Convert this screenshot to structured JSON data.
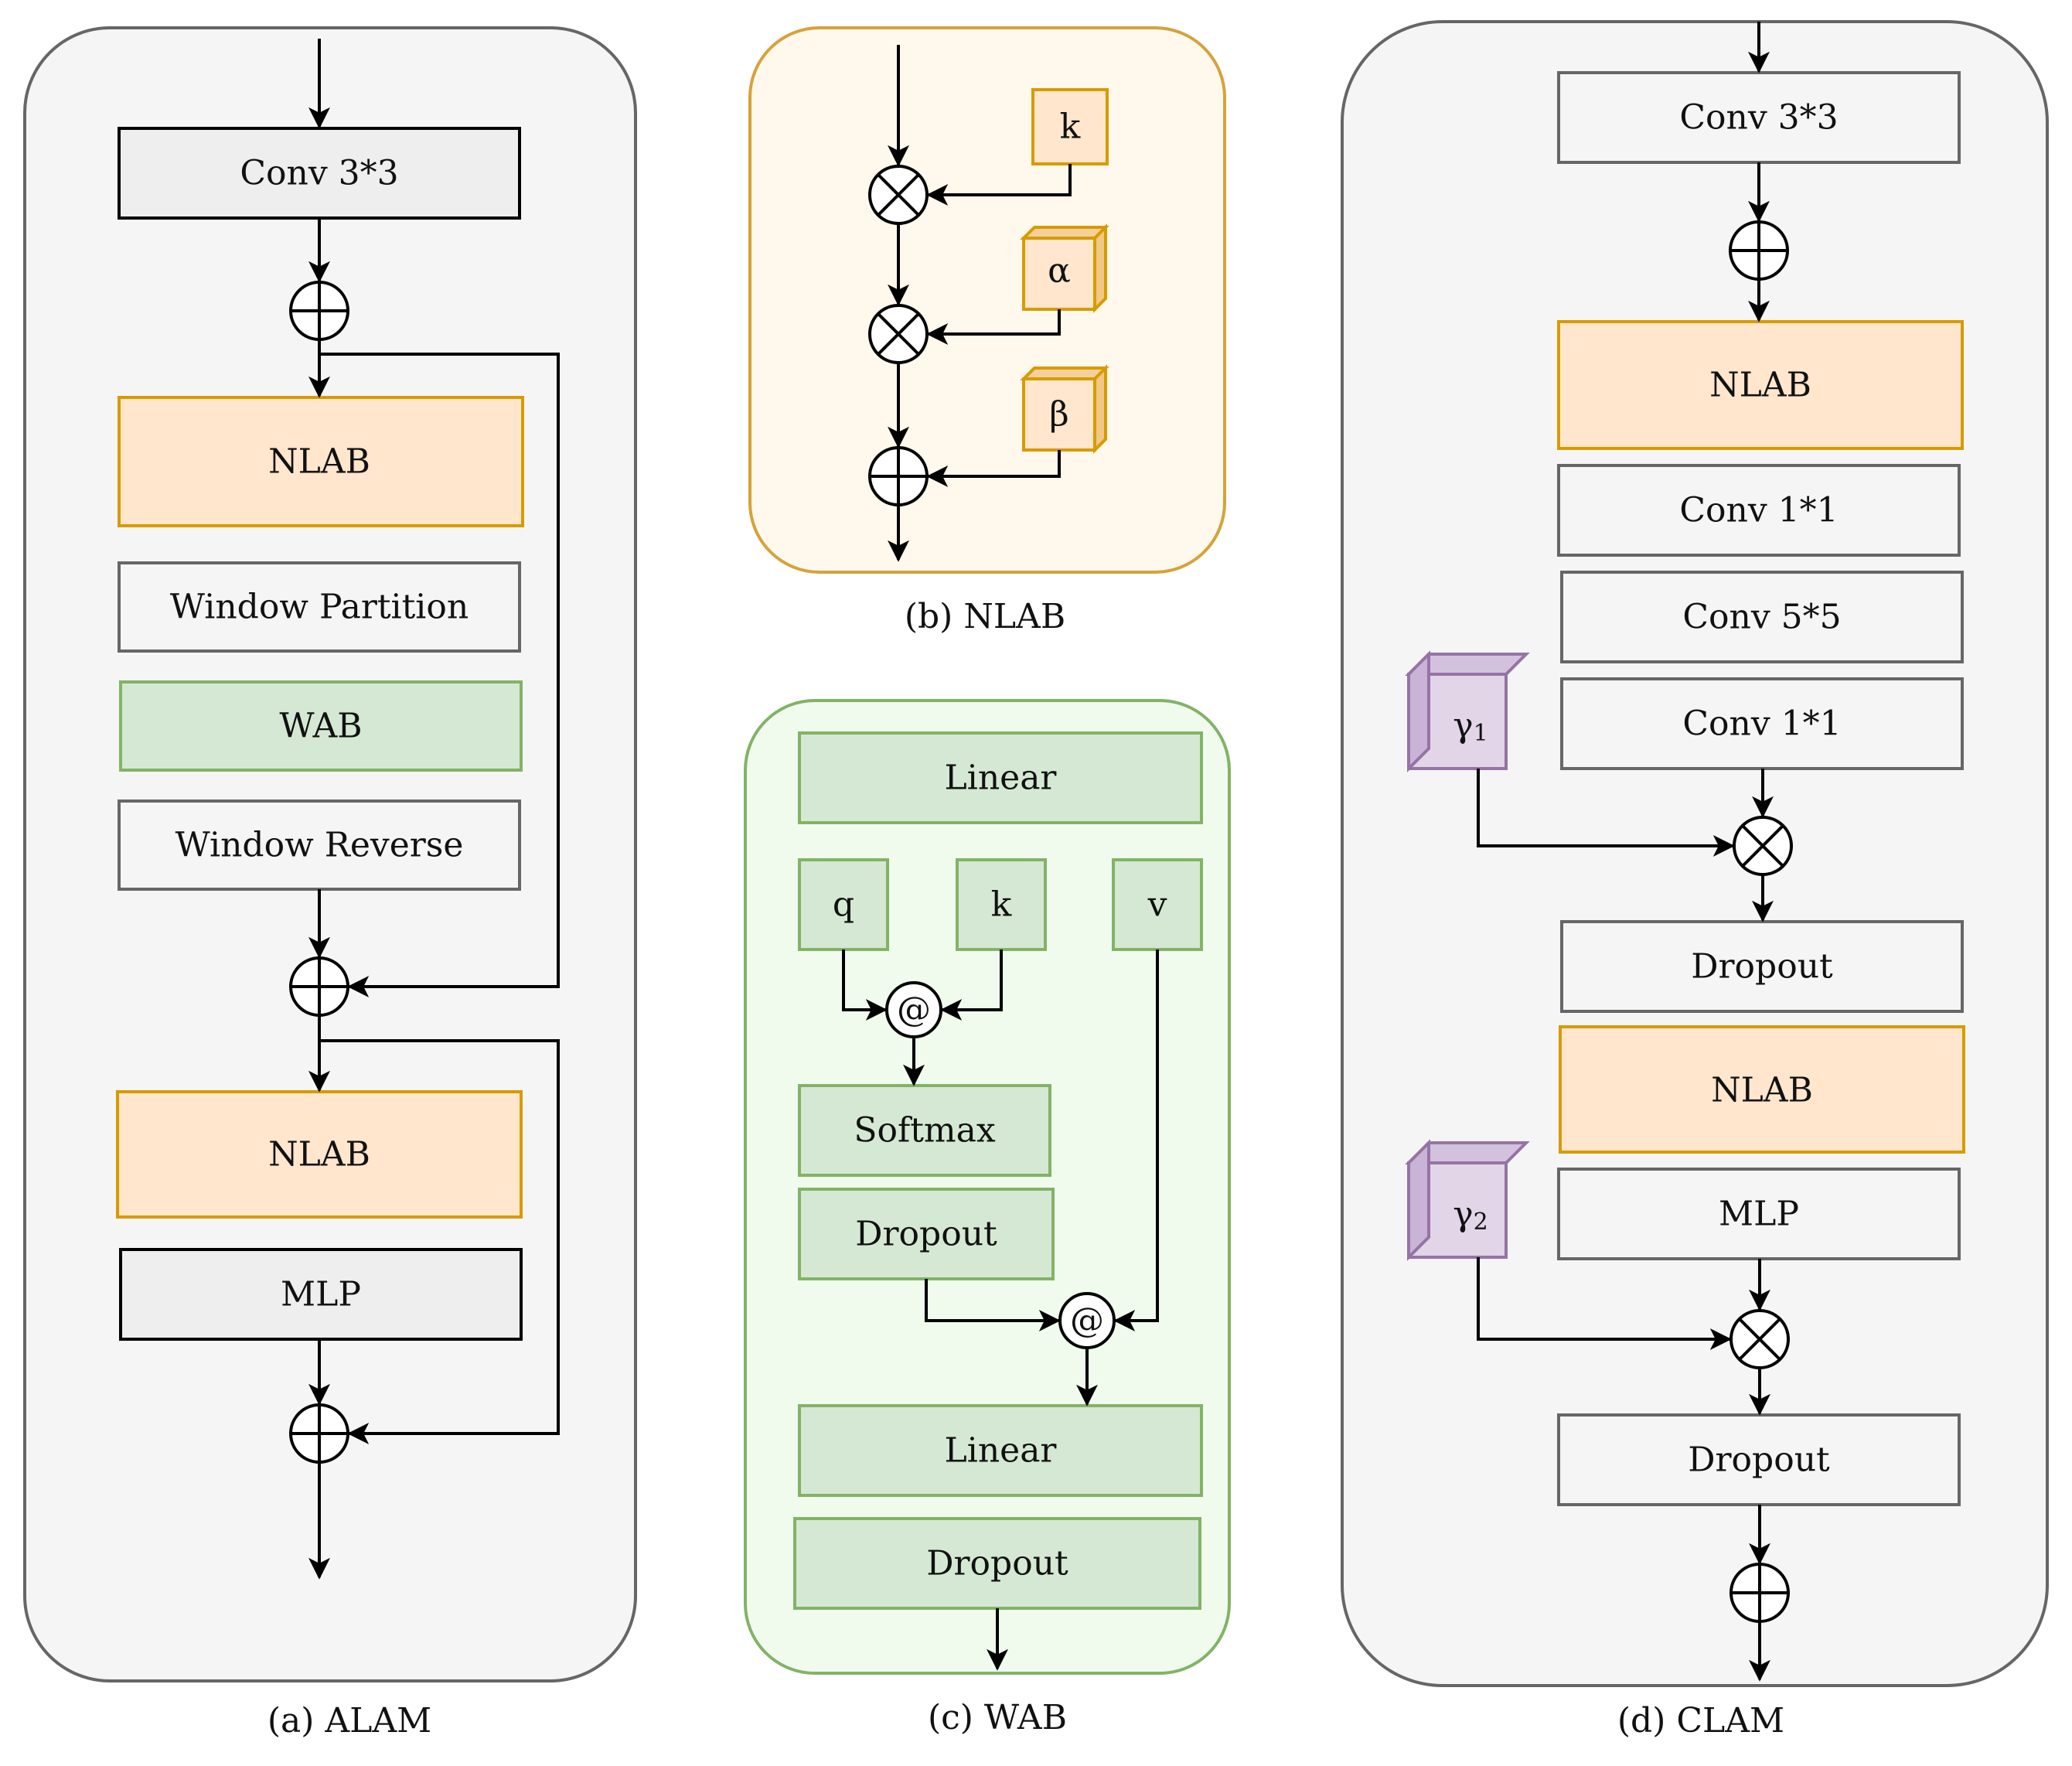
{
  "panels": {
    "alam": {
      "caption": "(a) ALAM",
      "blocks": [
        "Conv 3*3",
        "NLAB",
        "Window Partition",
        "WAB",
        "Window Reverse",
        "NLAB",
        "MLP"
      ]
    },
    "nlab": {
      "caption": "(b) NLAB",
      "params": [
        "k",
        "α",
        "β"
      ]
    },
    "wab": {
      "caption": "(c) WAB",
      "blocks": [
        "Linear",
        "q",
        "k",
        "v",
        "@",
        "Softmax",
        "Dropout",
        "@",
        "Linear",
        "Dropout"
      ]
    },
    "clam": {
      "caption": "(d) CLAM",
      "blocks": [
        "Conv 3*3",
        "NLAB",
        "Conv 1*1",
        "Conv 5*5",
        "Conv 1*1",
        "Dropout",
        "NLAB",
        "MLP",
        "Dropout"
      ],
      "gammas": [
        {
          "base": "γ",
          "sub": "1"
        },
        {
          "base": "γ",
          "sub": "2"
        }
      ]
    }
  },
  "colors": {
    "panel_gray_fill": "#f5f5f5",
    "panel_gray_stroke": "#666666",
    "panel_yellow_fill": "#fff8ec",
    "panel_yellow_stroke": "#d6a23a",
    "panel_green_fill": "#f0fbee",
    "panel_green_stroke": "#82b366",
    "block_orange_fill": "#ffe6cc",
    "block_orange_stroke": "#d79b00",
    "block_green_fill": "#d5e8d4",
    "block_green_stroke": "#82b366",
    "block_dark_gray_fill": "#eeeeee",
    "block_light_fill": "#f5f5f5",
    "block_light_stroke": "#666666",
    "cube_purple_fill": "#e1d5e7",
    "cube_purple_stroke": "#9673a6"
  }
}
